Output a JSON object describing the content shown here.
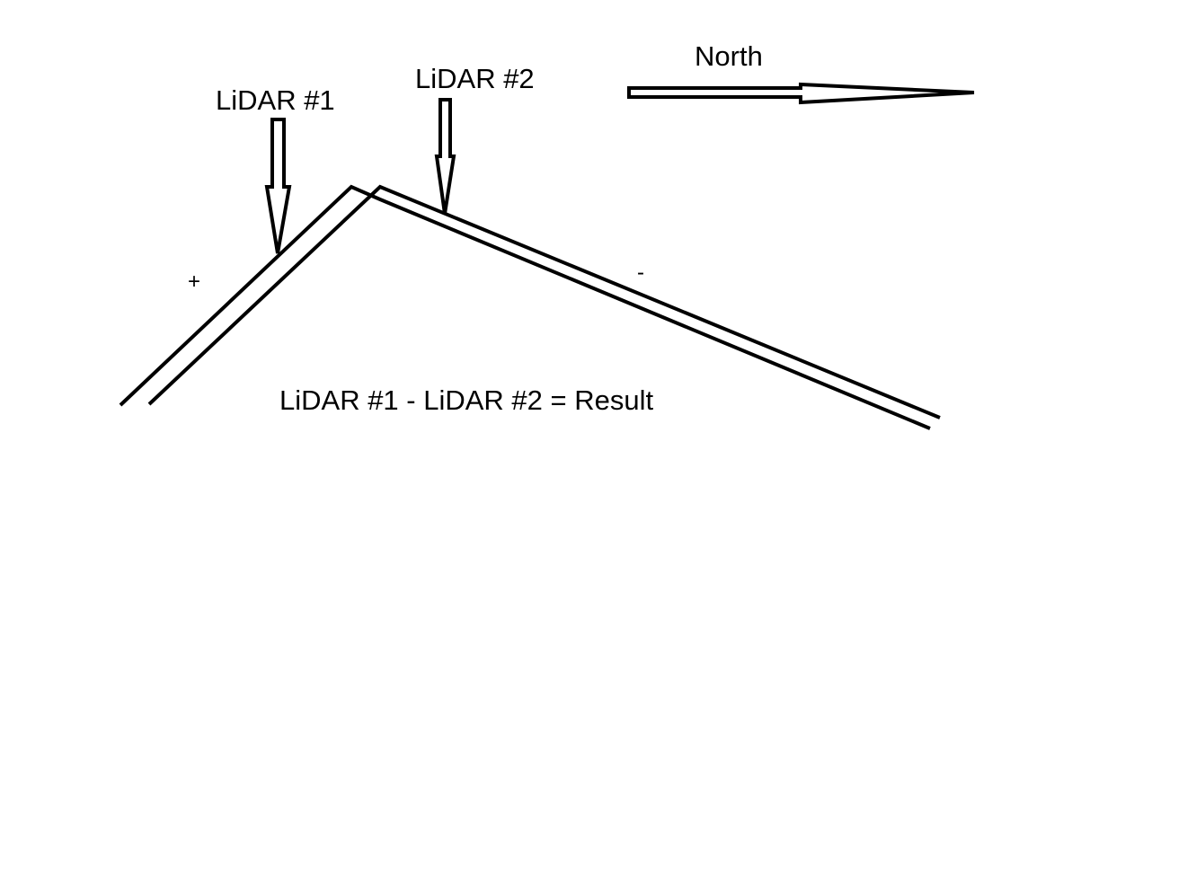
{
  "labels": {
    "lidar1": "LiDAR #1",
    "lidar2": "LiDAR #2",
    "north": "North",
    "plus": "+",
    "minus": "-",
    "equation": "LiDAR #1 - LiDAR #2 = Result"
  },
  "icons": {
    "lidar1_arrow": "down-arrow-icon",
    "lidar2_arrow": "down-arrow-icon",
    "north_arrow": "right-arrow-icon"
  },
  "colors": {
    "stroke": "#000000",
    "background": "#ffffff"
  }
}
